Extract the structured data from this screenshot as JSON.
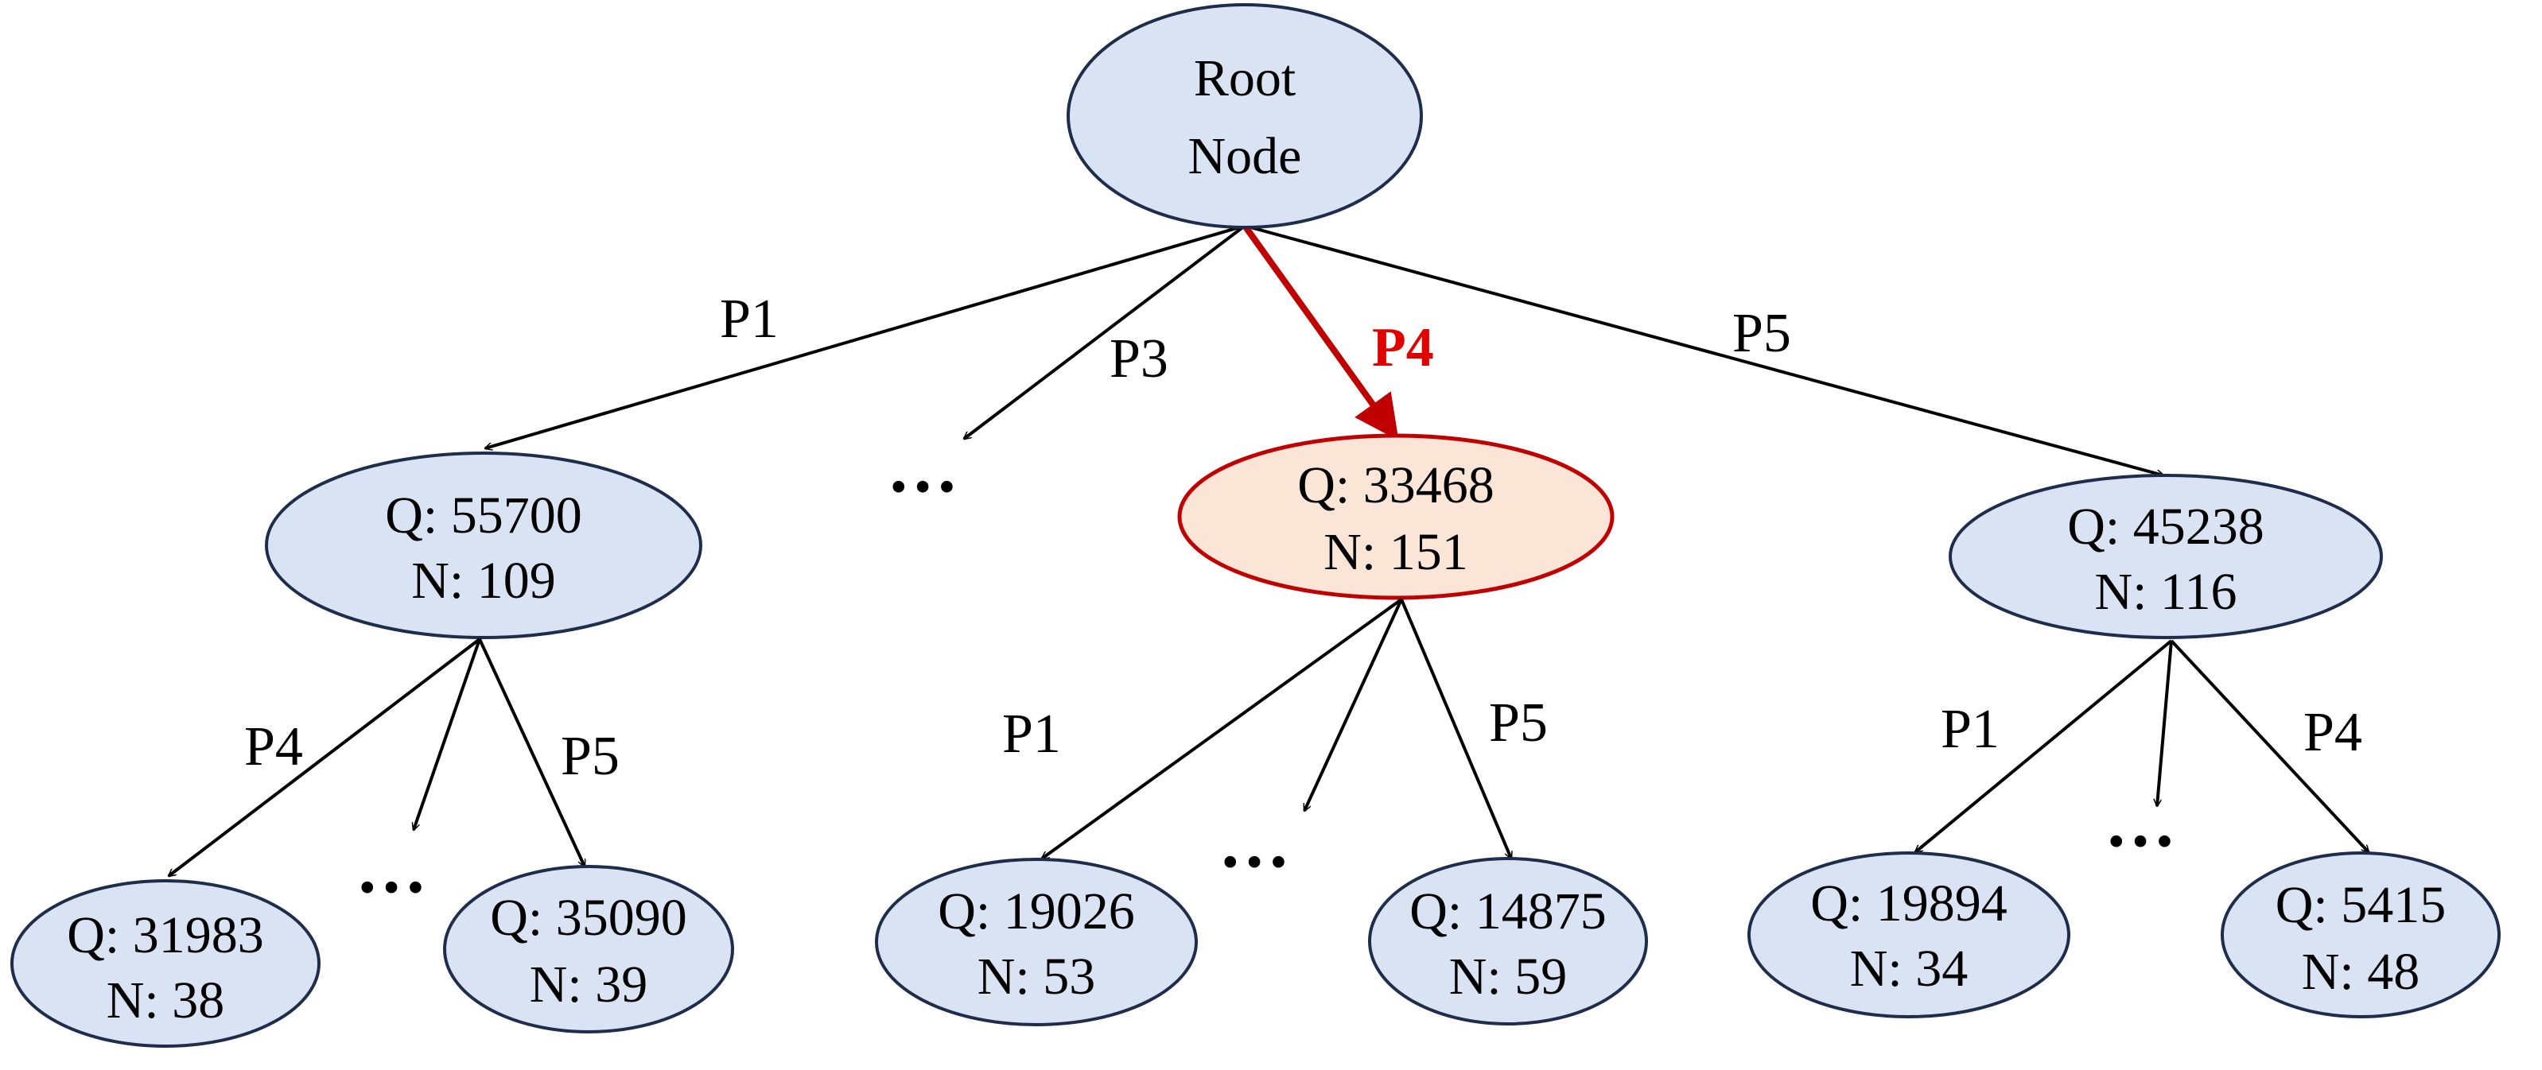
{
  "colors": {
    "node_fill": "#dae3f3",
    "node_stroke": "#1f2d4d",
    "selected_fill": "#fbe5d6",
    "selected_stroke": "#c00000",
    "selected_label": "#e00000"
  },
  "root": {
    "line1": "Root",
    "line2": "Node"
  },
  "level1": {
    "p1": {
      "edge_label": "P1",
      "q": "Q: 55700",
      "n": "N: 109"
    },
    "p3": {
      "edge_label": "P3"
    },
    "p4": {
      "edge_label": "P4",
      "q": "Q: 33468",
      "n": "N: 151",
      "selected": true
    },
    "p5": {
      "edge_label": "P5",
      "q": "Q: 45238",
      "n": "N: 116"
    },
    "ellipsis": "…"
  },
  "level2": {
    "under_p1": {
      "left": {
        "edge_label": "P4",
        "q": "Q: 31983",
        "n": "N: 38"
      },
      "right": {
        "edge_label": "P5",
        "q": "Q: 35090",
        "n": "N: 39"
      },
      "ellipsis": "…"
    },
    "under_p4": {
      "left": {
        "edge_label": "P1",
        "q": "Q: 19026",
        "n": "N: 53"
      },
      "right": {
        "edge_label": "P5",
        "q": "Q: 14875",
        "n": "N: 59"
      },
      "ellipsis": "…"
    },
    "under_p5": {
      "left": {
        "edge_label": "P1",
        "q": "Q: 19894",
        "n": "N: 34"
      },
      "right": {
        "edge_label": "P4",
        "q": "Q: 5415",
        "n": "N: 48"
      },
      "ellipsis": "…"
    }
  }
}
